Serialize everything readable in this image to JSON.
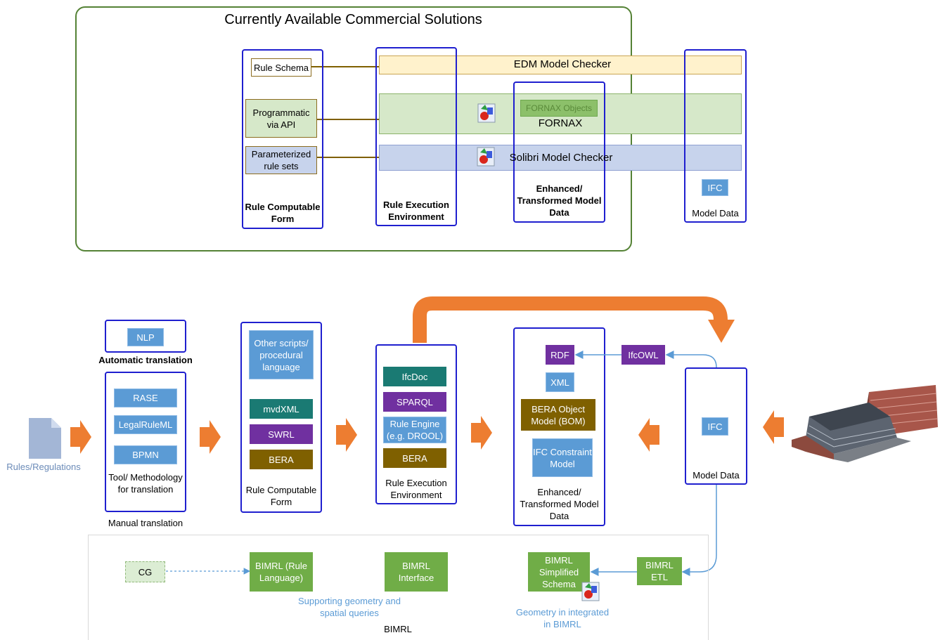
{
  "top": {
    "title": "Currently Available Commercial Solutions",
    "rule_schema": "Rule Schema",
    "programmatic_api": "Programmatic via API",
    "parameterized_rule_sets": "Parameterized rule sets",
    "rule_computable_form": "Rule Computable Form",
    "rule_execution_environment": "Rule Execution Environment",
    "edm_model_checker": "EDM Model Checker",
    "fornax_objects": "FORNAX Objects",
    "fornax": "FORNAX",
    "solibri": "Solibri Model Checker",
    "enhanced_transformed": "Enhanced/ Transformed Model Data",
    "ifc": "IFC",
    "model_data": "Model Data"
  },
  "bottom": {
    "rules_regulations": "Rules/Regulations",
    "nlp": "NLP",
    "automatic_translation": "Automatic translation",
    "rase": "RASE",
    "legalruleml": "LegalRuleML",
    "bpmn": "BPMN",
    "tool_methodology": "Tool/ Methodology for translation",
    "manual_translation": "Manual translation",
    "other_scripts": "Other scripts/ procedural language",
    "mvdxml": "mvdXML",
    "swrl": "SWRL",
    "bera_form": "BERA",
    "rule_computable_form": "Rule Computable Form",
    "ifcdoc": "IfcDoc",
    "sparql": "SPARQL",
    "rule_engine": "Rule Engine (e.g. DROOL)",
    "bera_exec": "BERA",
    "rule_execution_environment": "Rule Execution Environment",
    "rdf": "RDF",
    "xml": "XML",
    "bera_object_model": "BERA Object Model (BOM)",
    "ifc_constraint_model": "IFC Constraint Model",
    "enhanced_transformed": "Enhanced/ Transformed Model Data",
    "ifcowl": "IfcOWL",
    "ifc": "IFC",
    "model_data": "Model Data"
  },
  "bimrl": {
    "cg": "CG",
    "rule_language": "BIMRL (Rule Language)",
    "interface": "BIMRL Interface",
    "simplified_schema": "BIMRL Simplified Schema",
    "etl": "BIMRL ETL",
    "supporting_geometry": "Supporting geometry and spatial queries",
    "geometry_integrated": "Geometry in integrated in BIMRL",
    "title": "BIMRL"
  },
  "colors": {
    "box_border": "#1f1fcf",
    "chip_blue": "#5b9bd5",
    "chip_teal": "#1a7a73",
    "chip_purple": "#7030a0",
    "chip_brown": "#7f6000",
    "chip_green": "#70ad47",
    "arrow_orange": "#ed7d31",
    "frame_green": "#548235"
  },
  "icons": [
    "document-icon",
    "fornax-app-icon",
    "solibri-app-icon",
    "building-model-image",
    "bimrl-app-icon"
  ]
}
